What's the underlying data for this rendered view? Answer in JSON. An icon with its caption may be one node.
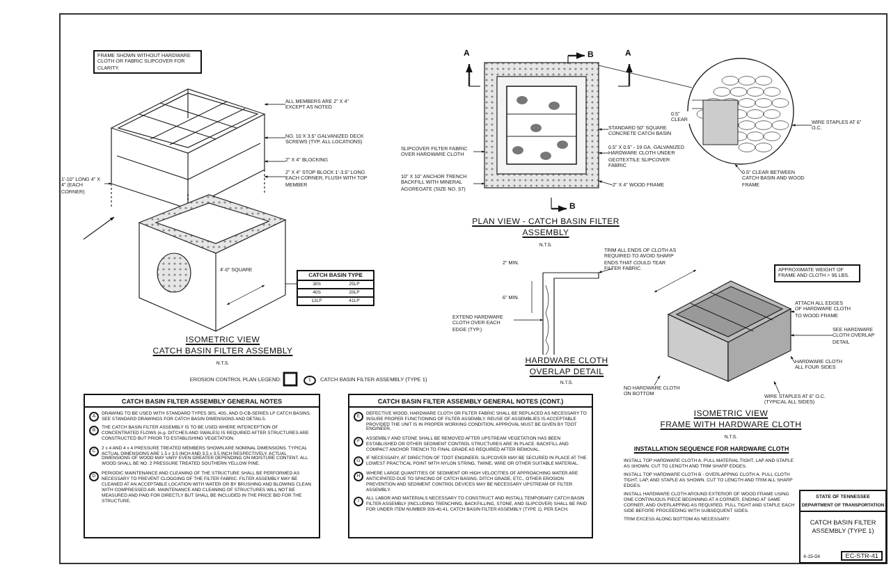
{
  "diagram": {
    "nodes": [
      {
        "text": [
          "FRAME SHOWN WITHOUT HARDWARE CLOTH OR FABRIC SLIPCOVER FOR CLARITY."
        ]
      },
      {
        "text": [
          "ALL MEMBERS ARE 2\" X 4\" EXCEPT AS NOTED"
        ]
      },
      {
        "text": [
          "NO. 10 X 3.5\" GALVANIZED DECK SCREWS (TYP. ALL LOCATIONS)"
        ]
      },
      {
        "text": [
          "2\" X 4\" BLOCKING"
        ]
      },
      {
        "text": [
          "2\" X 4\" STOP BLOCK 1'-3.5\" LONG EACH CORNER, FLUSH WITH TOP MEMBER"
        ]
      },
      {
        "text": [
          "1'-10\" LONG 4\" X 4\" (EACH CORNER)"
        ]
      },
      {
        "text": [
          "CATCH BASIN TYPE",
          "38S",
          "25LP",
          "40S",
          "28LP",
          "12LP",
          "41LP"
        ]
      },
      {
        "text": [
          "SLIPCOVER FILTER FABRIC OVER HARDWARE CLOTH"
        ]
      },
      {
        "text": [
          "10\" X 10\" ANCHOR TRENCH BACKFILL WITH MINERAL AGGREGATE (SIZE NO. 57)"
        ]
      },
      {
        "text": [
          "STANDARD 50\" SQUARE CONCRETE CATCH BASIN"
        ]
      },
      {
        "text": [
          "0.5\" X 0.5\" - 19 GA. GALVANIZED HARDWARE CLOTH UNDER GEOTEXTILE SLIPCOVER FABRIC"
        ]
      },
      {
        "text": [
          "2\" X 4\" WOOD FRAME"
        ]
      },
      {
        "text": [
          "WIRE STAPLES AT 6\" O.C."
        ]
      },
      {
        "text": [
          "0.5\" CLEAR BETWEEN CATCH BASIN AND WOOD FRAME"
        ]
      },
      {
        "text": [
          "TRIM ALL ENDS OF CLOTH AS REQUIRED TO AVOID SHARP ENDS THAT COULD TEAR FILTER FABRIC."
        ]
      },
      {
        "text": [
          "EXTEND HARDWARE CLOTH OVER EACH EDGE (TYP.)"
        ]
      },
      {
        "text": [
          "APPROXIMATE WEIGHT OF FRAME AND CLOTH = 95 LBS."
        ]
      },
      {
        "text": [
          "ATTACH ALL EDGES OF HARDWARE CLOTH TO WOOD FRAME"
        ]
      },
      {
        "text": [
          "SEE HARDWARE CLOTH OVERLAP DETAIL"
        ]
      },
      {
        "text": [
          "NO HARDWARE CLOTH ON BOTTOM"
        ]
      },
      {
        "text": [
          "HARDWARE CLOTH ALL FOUR SIDES"
        ]
      },
      {
        "text": [
          "WIRE STAPLES AT 6\" O.C. (TYPICAL ALL SIDES)"
        ]
      },
      {
        "text": [
          "CATCH BASIN FILTER ASSEMBLY GENERAL NOTES",
          "A",
          "DRAWING TO BE USED WITH STANDARD TYPES 38S, 40S, AND D-CB-SERIES LP CATCH BASINS. SEE STANDARD DRAWINGS FOR CATCH BASIN DIMENSIONS AND DETAILS.",
          "B",
          "THE CATCH BASIN FILTER ASSEMBLY IS TO BE USED WHERE INTERCEPTION OF CONCENTRATED FLOWS (e.g. DITCHES AND SWALES) IS REQUIRED AFTER STRUCTURES ARE CONSTRUCTED BUT PRIOR TO ESTABLISHING VEGETATION.",
          "C",
          "2 x 4 AND 4 x 4 PRESSURE TREATED MEMBERS SHOWN ARE NOMINAL DIMENSIONS. TYPICAL ACTUAL DIMENSIONS ARE 1.5 x 3.5 INCH AND 3.5 x 3.5 INCH RESPECTIVELY. ACTUAL DIMENSIONS OF WOOD MAY VARY EVEN GREATER DEPENDING ON MOISTURE CONTENT. ALL WOOD SHALL BE NO. 2 PRESSURE TREATED SOUTHERN YELLOW PINE.",
          "D",
          "PERIODIC MAINTENANCE AND CLEANING OF THE STRUCTURE SHALL BE PERFORMED AS NECESSARY TO PREVENT CLOGGING OF THE FILTER FABRIC. FILTER ASSEMBLY MAY BE CLEANED AT AN ACCEPTABLE LOCATION WITH WATER OR BY BRUSHING AND BLOWING CLEAN WITH COMPRESSED AIR. MAINTENANCE AND CLEANING OF STRUCTURES WILL NOT BE MEASURED AND PAID FOR DIRECTLY BUT SHALL BE INCLUDED IN THE PRICE BID FOR THE STRUCTURE."
        ]
      },
      {
        "text": [
          "CATCH BASIN FILTER ASSEMBLY GENERAL NOTES (CONT.)",
          "E",
          "DEFECTIVE WOOD, HARDWARE CLOTH OR FILTER FABRIC SHALL BE REPLACED AS NECESSARY TO INSURE PROPER FUNCTIONING OF FILTER ASSEMBLY. REUSE OF ASSEMBLIES IS ACCEPTABLE PROVIDED THE UNIT IS IN PROPER WORKING CONDITION. APPROVAL MUST BE GIVEN BY TDOT ENGINEER.",
          "F",
          "ASSEMBLY AND STONE SHALL BE REMOVED AFTER UPSTREAM VEGETATION HAS BEEN ESTABLISHED OR OTHER SEDIMENT CONTROL STRUCTURES ARE IN PLACE. BACKFILL AND COMPACT ANCHOR TRENCH TO FINAL GRADE AS REQUIRED AFTER REMOVAL.",
          "G",
          "IF NECESSARY, AT DIRECTION OF TDOT ENGINEER, SLIPCOVER MAY BE SECURED IN PLACE AT THE LOWEST PRACTICAL POINT WITH NYLON STRING, TWINE, WIRE OR OTHER SUITABLE MATERIAL.",
          "H",
          "WHERE LARGE QUANTITIES OF SEDIMENT OR HIGH VELOCITIES OF APPROACHING WATER ARE ANTICIPATED DUE TO SPACING OF CATCH BASINS, DITCH GRADE, ETC., OTHER EROSION PREVENTION AND SEDIMENT CONTROL DEVICES MAY BE NECESSARY UPSTREAM OF FILTER ASSEMBLY.",
          "I",
          "ALL LABOR AND MATERIALS NECESSARY TO CONSTRUCT AND INSTALL TEMPORARY CATCH BASIN FILTER ASSEMBLY (INCLUDING TRENCHING, BACKFILLING, STONE, AND SLIPCOVER) SHALL BE PAID FOR UNDER ITEM NUMBER 209-40.41, CATCH BASIN FILTER ASSEMBLY (TYPE 1), PER EACH."
        ]
      },
      {
        "text": [
          "STATE OF TENNESSEE",
          "DEPARTMENT OF TRANSPORTATION",
          "CATCH BASIN FILTER ASSEMBLY (TYPE 1)",
          "4-15-04",
          "EC-STR-41"
        ]
      },
      {
        "text": [],
        "shape": "picture"
      },
      {
        "text": [],
        "shape": "picture"
      },
      {
        "text": [],
        "shape": "picture"
      },
      {
        "text": [],
        "shape": "picture"
      },
      {
        "text": [],
        "shape": "picture"
      },
      {
        "text": [],
        "shape": "picture"
      }
    ],
    "edges": [
      {
        "from": 1,
        "to": 25,
        "arrow": "to"
      },
      {
        "from": 2,
        "to": 25,
        "arrow": "to"
      },
      {
        "from": 3,
        "to": 25,
        "arrow": "to"
      },
      {
        "from": 4,
        "to": 25,
        "arrow": "to"
      },
      {
        "from": 5,
        "to": 25,
        "arrow": "to"
      },
      {
        "from": 6,
        "to": 26,
        "arrow": "none"
      },
      {
        "from": 7,
        "to": 27,
        "arrow": "to"
      },
      {
        "from": 8,
        "to": 27,
        "arrow": "to"
      },
      {
        "from": 9,
        "to": 27,
        "arrow": "to"
      },
      {
        "from": 10,
        "to": 27,
        "arrow": "to"
      },
      {
        "from": 11,
        "to": 27,
        "arrow": "to"
      },
      {
        "from": 12,
        "to": 28,
        "arrow": "to"
      },
      {
        "from": 13,
        "to": 28,
        "arrow": "to"
      },
      {
        "from": 14,
        "to": 29,
        "arrow": "to"
      },
      {
        "from": 15,
        "to": 29,
        "arrow": "to"
      },
      {
        "from": 17,
        "to": 30,
        "arrow": "to"
      },
      {
        "from": 18,
        "to": 30,
        "arrow": "to"
      },
      {
        "from": 19,
        "to": 30,
        "arrow": "to"
      },
      {
        "from": 20,
        "to": 30,
        "arrow": "to"
      },
      {
        "from": 21,
        "to": 30,
        "arrow": "to"
      },
      {
        "from": 27,
        "to": 28,
        "arrow": "none"
      }
    ],
    "labels": [
      "ISOMETRIC VIEW",
      "CATCH BASIN FILTER ASSEMBLY",
      "N.T.S.",
      "EROSION CONTROL PLAN LEGEND:",
      "1",
      "4'-0\" SQUARE",
      "A",
      "A",
      "B",
      "B",
      "0.5\" CLEAR",
      "PLAN VIEW - CATCH BASIN FILTER ASSEMBLY",
      "N.T.S.",
      "2\" MIN.",
      "6\" MIN.",
      "HARDWARE CLOTH OVERLAP DETAIL",
      "N.T.S.",
      "ISOMETRIC VIEW",
      "FRAME WITH HARDWARE CLOTH",
      "N.T.S.",
      "INSTALLATION SEQUENCE FOR HARDWARE CLOTH",
      "INSTALL TOP HARDWARE CLOTH A. PULL MATERIAL TIGHT, LAP AND STAPLE AS SHOWN. CUT TO LENGTH AND TRIM SHARP EDGES.",
      "INSTALL TOP HARDWARE CLOTH B - OVERLAPPING CLOTH A. PULL CLOTH TIGHT, LAP, AND STAPLE AS SHOWN. CUT TO LENGTH AND TRIM ALL SHARP EDGES.",
      "INSTALL HARDWARE CLOTH AROUND EXTERIOR OF WOOD FRAME USING ONE CONTINUOUS PIECE BEGINNING AT A CORNER, ENDING AT SAME CORNER, AND OVERLAPPING AS REQUIRED. PULL TIGHT AND STAPLE EACH SIDE BEFORE PROCEEDING WITH SUBSEQUENT SIDES.",
      "TRIM EXCESS ALONG BOTTOM AS NECESSARY."
    ],
    "legend": [
      {
        "text": "CATCH BASIN FILTER ASSEMBLY (TYPE 1)"
      }
    ]
  }
}
